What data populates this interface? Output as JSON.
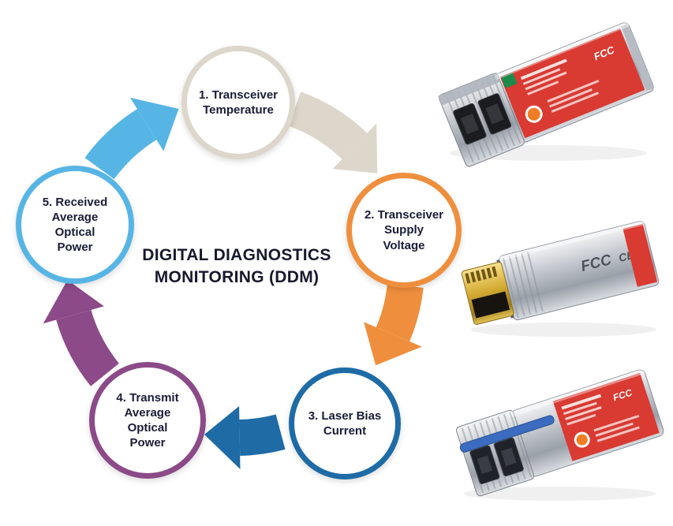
{
  "title": "DIGITAL DIAGNOSTICS\nMONITORING (DDM)",
  "cycle": {
    "steps": [
      {
        "label": "1. Transceiver\nTemperature",
        "color": "#DDD6CB"
      },
      {
        "label": "2. Transceiver\nSupply\nVoltage",
        "color": "#EF8F3D"
      },
      {
        "label": "3. Laser Bias\nCurrent",
        "color": "#1E6BA6"
      },
      {
        "label": "4. Transmit\nAverage\nOptical\nPower",
        "color": "#8C4A88"
      },
      {
        "label": "5. Received\nAverage\nOptical\nPower",
        "color": "#57B5E5"
      }
    ]
  },
  "photos": {
    "items": [
      {
        "name": "sfp-fiber-lc-transceiver-top",
        "fcc": "FCC"
      },
      {
        "name": "sfp-plus-rj45-copper-transceiver",
        "fcc": "FCC",
        "ce": "CE"
      },
      {
        "name": "sfp-fiber-lc-transceiver-bottom",
        "fcc": "FCC"
      }
    ]
  },
  "colors": {
    "background": "#FFFFFF",
    "text": "#1B1B38",
    "arrow_gray": "#DDD6CB",
    "arrow_orange": "#EF8F3D",
    "arrow_blue": "#1E6BA6",
    "arrow_purple": "#8C4A88",
    "arrow_lightblue": "#57B5E5",
    "label_red": "#D93A32"
  }
}
